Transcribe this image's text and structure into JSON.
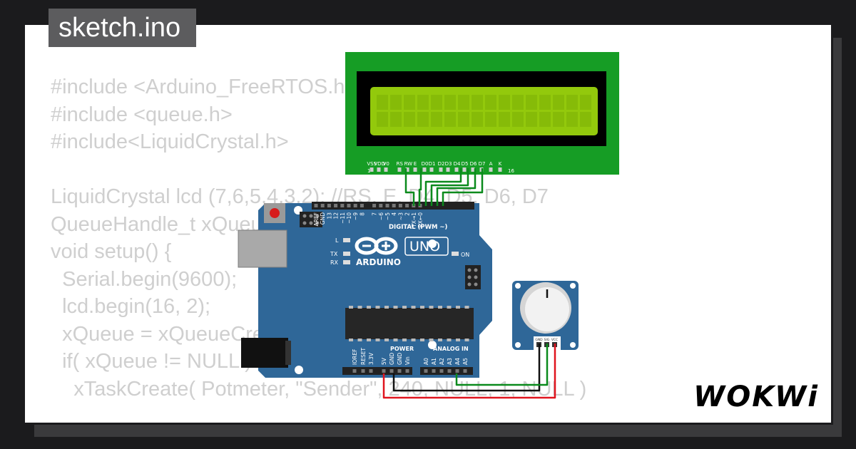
{
  "tab": {
    "filename": "sketch.ino"
  },
  "code_lines": [
    "#include <Arduino_FreeRTOS.h>",
    "#include <queue.h>",
    "#include<LiquidCrystal.h>",
    "",
    "LiquidCrystal lcd (7,6,5,4,3,2); //RS, E, D4, D5, D6, D7",
    "QueueHandle_t xQueue;",
    "void setup() {",
    "  Serial.begin(9600);",
    "  lcd.begin(16, 2);",
    "  xQueue = xQueueCreate(5, sizeof(int) );",
    "  if( xQueue != NULL ) {",
    "    xTaskCreate( Potmeter, \"Sender\", 240, NULL, 1, NULL )"
  ],
  "lcd": {
    "pin_labels": [
      "VSS",
      "VDD",
      "V0",
      "RS",
      "RW",
      "E",
      "D0",
      "D1",
      "D2",
      "D3",
      "D4",
      "D5",
      "D6",
      "D7",
      "A",
      "K"
    ],
    "pin_first": "1",
    "pin_last": "16"
  },
  "arduino": {
    "brand": "ARDUINO",
    "model": "UNO",
    "digital_label": "DIGITAL (PWM ~)",
    "digital_pins": [
      "AREF",
      "GND",
      "13",
      "12",
      "~11",
      "~10",
      "~9",
      "8",
      "7",
      "~6",
      "~5",
      "4",
      "~3",
      "2",
      "TX→1",
      "RX←0"
    ],
    "power_label": "POWER",
    "power_pins": [
      "IOREF",
      "RESET",
      "3.3V",
      "5V",
      "GND",
      "GND",
      "Vin"
    ],
    "analog_label": "ANALOG IN",
    "analog_pins": [
      "A0",
      "A1",
      "A2",
      "A3",
      "A4",
      "A5"
    ],
    "led_labels": {
      "l": "L",
      "tx": "TX",
      "rx": "RX",
      "on": "ON"
    }
  },
  "potentiometer": {
    "pins": [
      "GND",
      "SIG",
      "VCC"
    ]
  },
  "colors": {
    "board": "#2f6798",
    "lcd_pcb": "#169d25",
    "lcd_screen": "#93c90c",
    "wire_red": "#e0141e",
    "wire_green": "#0a8a1c",
    "wire_black": "#111111"
  },
  "brand": {
    "logo": "WOKWi"
  }
}
